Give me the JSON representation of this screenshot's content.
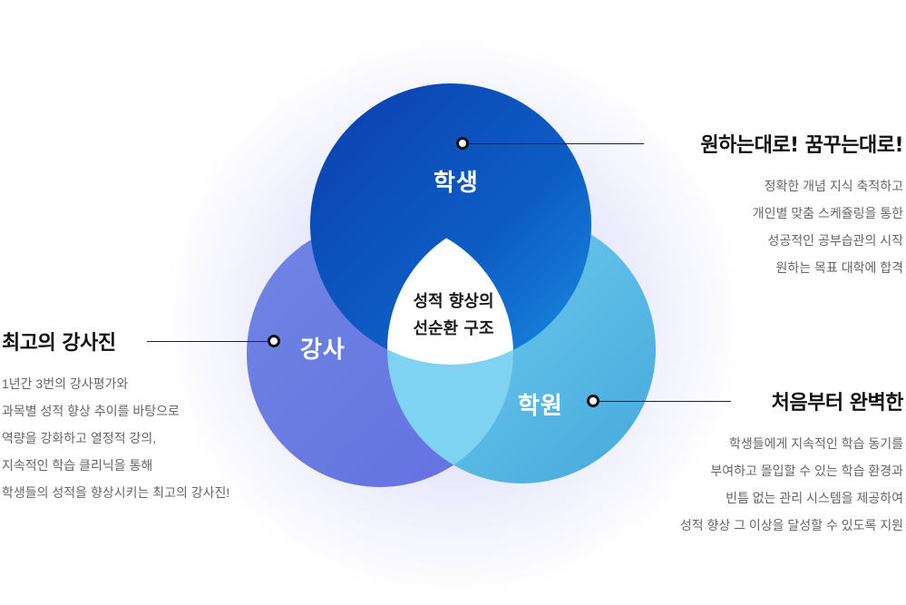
{
  "diagram": {
    "center": {
      "line1": "성적 향상의",
      "line2": "선순환 구조"
    },
    "circles": {
      "student": "학생",
      "teacher": "강사",
      "academy": "학원"
    },
    "student_block": {
      "heading": "원하는대로! 꿈꾸는대로!",
      "lines": [
        "정확한 개념 지식 축적하고",
        "개인별 맞춤 스케쥴링을 통한",
        "성공적인 공부습관의 시작",
        "원하는 목표 대학에 합격"
      ]
    },
    "teacher_block": {
      "heading": "최고의 강사진",
      "lines": [
        "1년간 3번의 강사평가와",
        "과목별 성적 향상 추이를 바탕으로",
        "역량을 강화하고 열정적 강의,",
        "지속적인 학습 클리닉을 통해",
        "학생들의 성적을 향상시키는 최고의 강사진!"
      ]
    },
    "academy_block": {
      "heading": "처음부터 완벽한",
      "lines": [
        "학생들에게 지속적인 학습 동기를",
        "부여하고 몰입할 수 있는 학습 환경과",
        "빈틈 없는 관리 시스템을 제공하여",
        "성적 향상 그 이상을 달성할 수 있도록 지원"
      ]
    },
    "colors": {
      "student": "#0d5dc4",
      "teacher": "#6a7ae2",
      "academy": "#55b8e4",
      "center": "#ffffff"
    }
  }
}
